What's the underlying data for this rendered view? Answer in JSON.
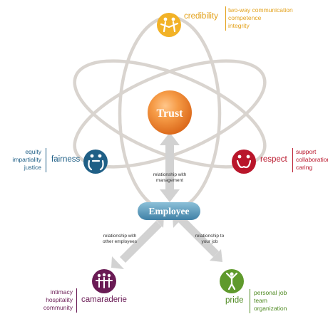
{
  "center": {
    "label": "Trust",
    "color": "#f07e2c"
  },
  "employee": {
    "label": "Employee",
    "color": "#4f8fb0"
  },
  "relationships": {
    "management": [
      "relationship with",
      "management"
    ],
    "employees": [
      "relationship with",
      "other employees"
    ],
    "job": [
      "relationship to",
      "your job"
    ]
  },
  "nodes": {
    "credibility": {
      "label": "credibility",
      "items": [
        "two-way communication",
        "competence",
        "integrity"
      ],
      "color": "#f2b227",
      "text_color": "#e3a11a"
    },
    "fairness": {
      "label": "fairness",
      "items": [
        "equity",
        "impartiality",
        "justice"
      ],
      "color": "#1f5f86",
      "text_color": "#1f5f86"
    },
    "respect": {
      "label": "respect",
      "items": [
        "support",
        "collaboration",
        "caring"
      ],
      "color": "#b9162b",
      "text_color": "#b9162b"
    },
    "camaraderie": {
      "label": "camaraderie",
      "items": [
        "intimacy",
        "hospitality",
        "community"
      ],
      "color": "#6a1b55",
      "text_color": "#6a1b55"
    },
    "pride": {
      "label": "pride",
      "items": [
        "personal job",
        "team",
        "organization"
      ],
      "color": "#5f9a2c",
      "text_color": "#4f8a22"
    }
  },
  "orbit_color": "#d9d4cf",
  "arrow_color": "#d2d2d2"
}
